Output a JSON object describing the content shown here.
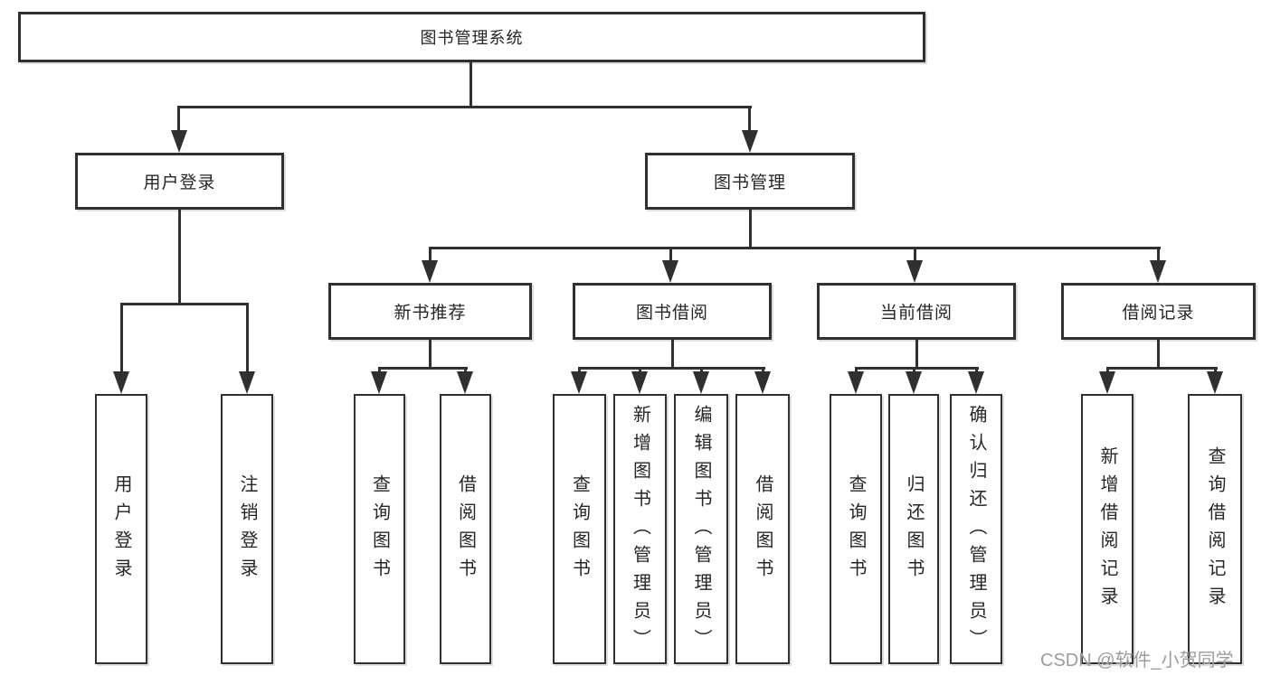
{
  "diagram_title": "图书管理系统",
  "tree": {
    "root": {
      "label": "图书管理系统"
    },
    "branches": [
      {
        "label": "用户登录",
        "children": [
          {
            "label": "用户登录"
          },
          {
            "label": "注销登录"
          }
        ]
      },
      {
        "label": "图书管理",
        "groups": [
          {
            "label": "新书推荐",
            "children": [
              {
                "label": "查询图书"
              },
              {
                "label": "借阅图书"
              }
            ]
          },
          {
            "label": "图书借阅",
            "children": [
              {
                "label": "查询图书"
              },
              {
                "label": "新增图书（管理员）"
              },
              {
                "label": "编辑图书（管理员）"
              },
              {
                "label": "借阅图书"
              }
            ]
          },
          {
            "label": "当前借阅",
            "children": [
              {
                "label": "查询图书"
              },
              {
                "label": "归还图书"
              },
              {
                "label": "确认归还（管理员）"
              }
            ]
          },
          {
            "label": "借阅记录",
            "children": [
              {
                "label": "新增借阅记录"
              },
              {
                "label": "查询借阅记录"
              }
            ]
          }
        ]
      }
    ]
  },
  "watermark": {
    "text": "CSDN @软件_小贺同学"
  },
  "colors": {
    "line": "#303030",
    "text": "#262626",
    "background": "#ffffff",
    "watermark": "#9c9c9c"
  }
}
